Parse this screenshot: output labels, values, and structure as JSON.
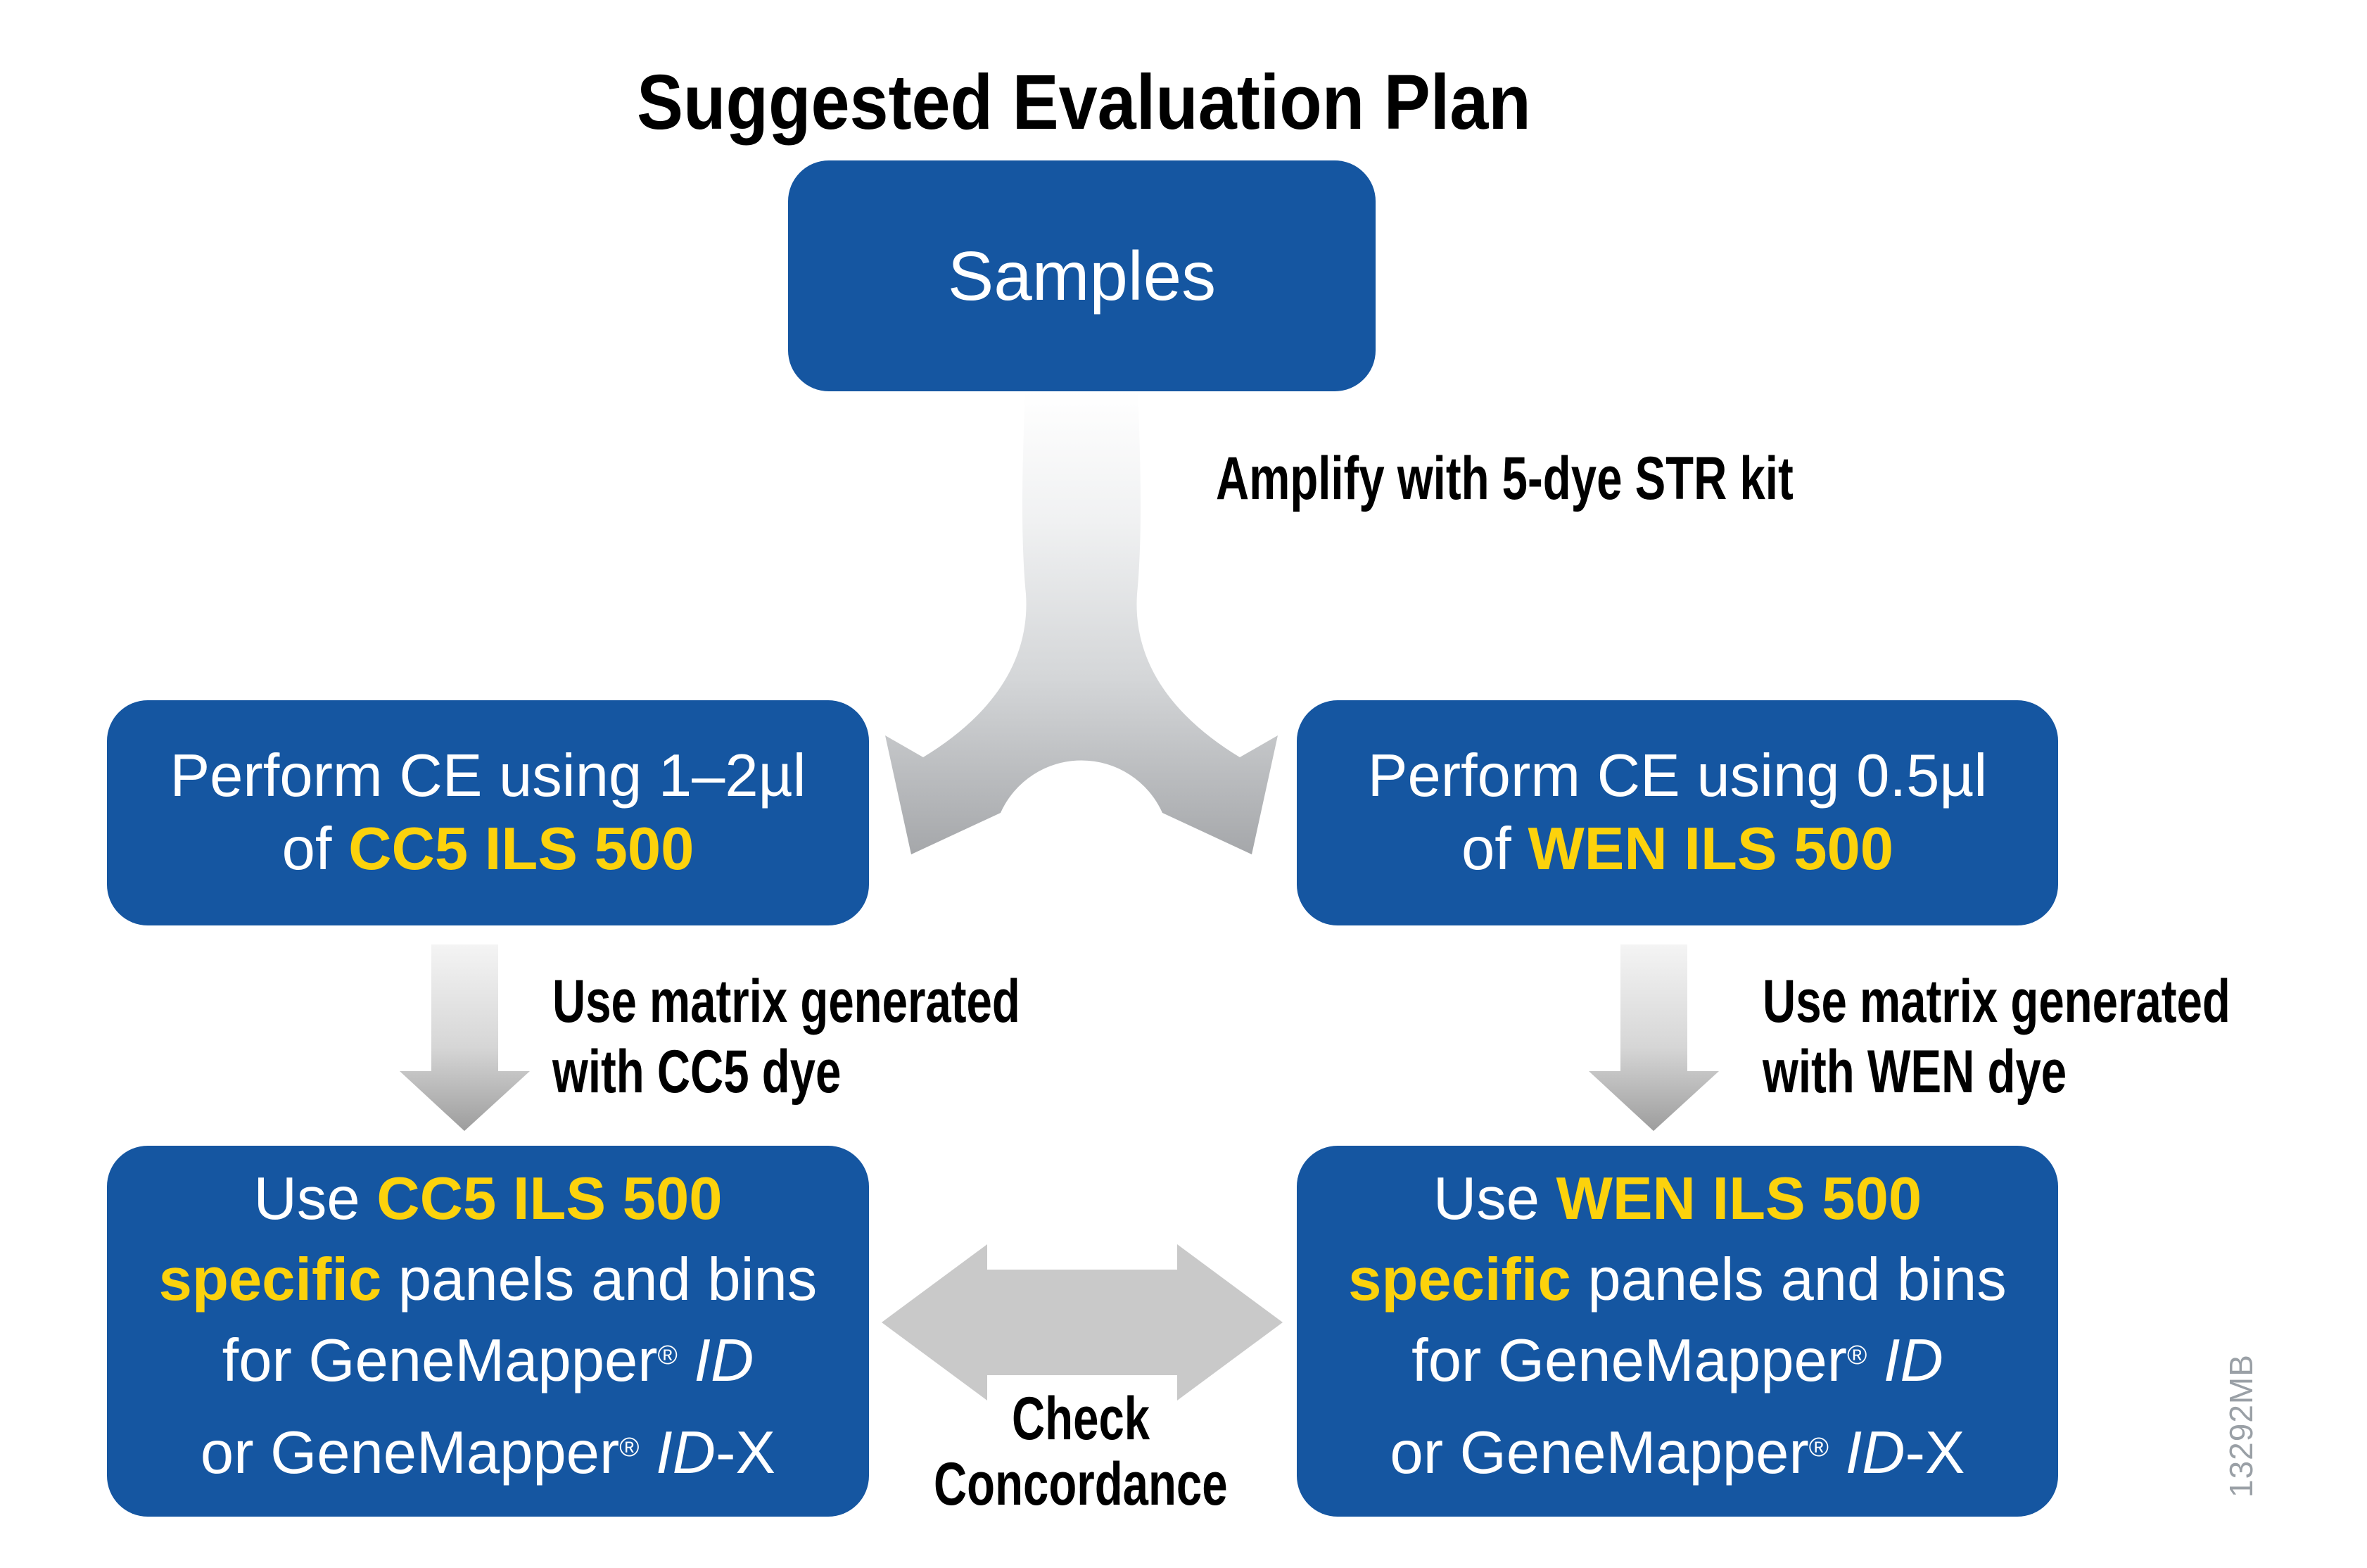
{
  "title": "Suggested Evaluation Plan",
  "watermark": "13292MB",
  "colors": {
    "box_blue": "#1556a1",
    "highlight_yellow": "#fcd20c",
    "arrow_gray": "#c9c9c9",
    "watermark_gray": "#9aa0a6"
  },
  "nodes": {
    "samples": {
      "label": "Samples"
    },
    "ce_left": {
      "line1": "Perform CE using 1–2µl",
      "line2_prefix": "of ",
      "line2_highlight": "CC5 ILS 500"
    },
    "ce_right": {
      "line1": "Perform CE using 0.5µl",
      "line2_prefix": "of ",
      "line2_highlight": "WEN ILS 500"
    },
    "panels_left": {
      "line1_prefix": "Use ",
      "line1_highlight": "CC5 ILS 500",
      "line2_highlight": "specific",
      "line2_suffix": " panels and bins",
      "line3_prefix": "for GeneMapper",
      "line3_sup": "®",
      "line3_italic": " ID",
      "line4_prefix": "or GeneMapper",
      "line4_sup": "®",
      "line4_italic": " ID",
      "line4_suffix": "-X"
    },
    "panels_right": {
      "line1_prefix": "Use ",
      "line1_highlight": "WEN ILS 500",
      "line2_highlight": "specific",
      "line2_suffix": " panels and bins",
      "line3_prefix": "for GeneMapper",
      "line3_sup": "®",
      "line3_italic": " ID",
      "line4_prefix": "or GeneMapper",
      "line4_sup": "®",
      "line4_italic": " ID",
      "line4_suffix": "-X"
    }
  },
  "annotations": {
    "amplify": "Amplify with 5-dye STR kit",
    "matrix_left": {
      "line1": "Use matrix generated",
      "line2": "with CC5 dye"
    },
    "matrix_right": {
      "line1": "Use matrix generated",
      "line2": "with WEN dye"
    },
    "concordance": {
      "line1": "Check",
      "line2": "Concordance"
    }
  }
}
